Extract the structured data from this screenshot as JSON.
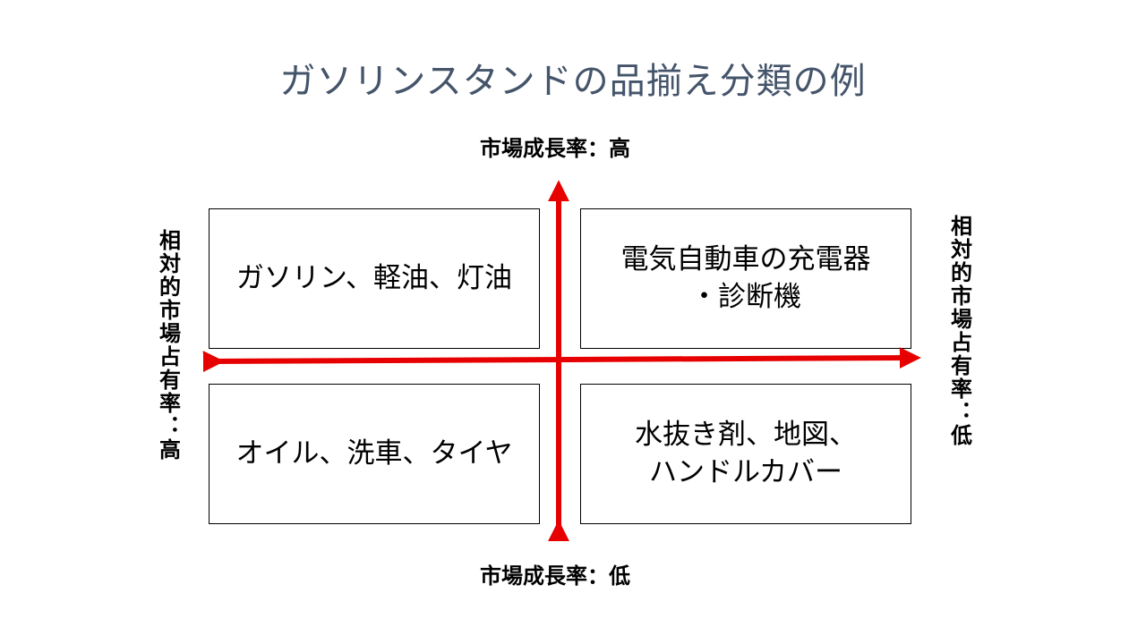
{
  "title": "ガソリンスタンドの品揃え分類の例",
  "axes": {
    "top": "市場成長率：高",
    "bottom": "市場成長率：低",
    "left": "相対的市場占有率：高",
    "right": "相対的市場占有率：低"
  },
  "quadrants": {
    "top_left": {
      "line1": "ガソリン、軽油、灯油",
      "line2": ""
    },
    "top_right": {
      "line1": "電気自動車の充電器",
      "line2": "・診断機"
    },
    "bottom_left": {
      "line1": "オイル、洗車、タイヤ",
      "line2": ""
    },
    "bottom_right": {
      "line1": "水抜き剤、地図、",
      "line2": "ハンドルカバー"
    }
  },
  "colors": {
    "title": "#44546a",
    "arrow": "#e60000",
    "text": "#000000"
  }
}
